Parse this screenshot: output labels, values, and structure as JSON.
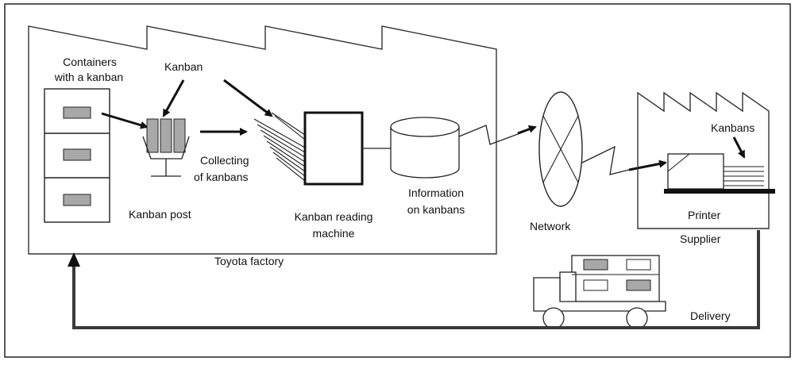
{
  "labels": {
    "containers_line1": "Containers",
    "containers_line2": "with a kanban",
    "kanban_top": "Kanban",
    "collecting_line1": "Collecting",
    "collecting_line2": "of kanbans",
    "kanban_post": "Kanban post",
    "reading_line1": "Kanban reading",
    "reading_line2": "machine",
    "info_line1": "Information",
    "info_line2": "on kanbans",
    "network": "Network",
    "kanbans_supplier": "Kanbans",
    "printer": "Printer",
    "supplier": "Supplier",
    "toyota_factory": "Toyota factory",
    "delivery": "Delivery"
  },
  "colors": {
    "line": "#111111",
    "container_fill": "#a8a8a8",
    "delivery_path": "#3a3a3a",
    "background": "#ffffff"
  }
}
